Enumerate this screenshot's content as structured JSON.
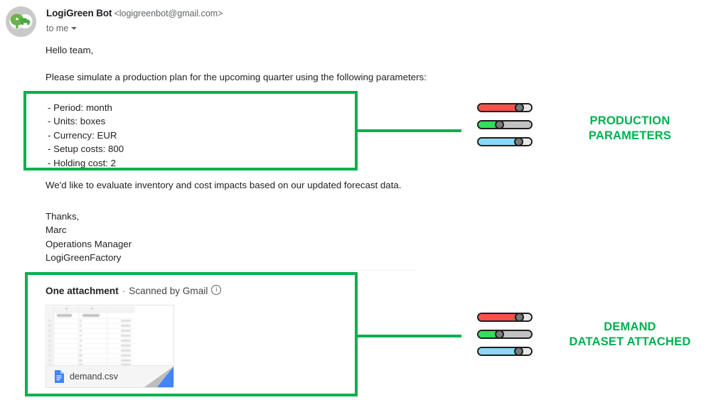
{
  "email": {
    "avatar_icon": "logigreen-tree-truck-avatar",
    "sender_name": "LogiGreen Bot",
    "sender_email": "<logigreenbot@gmail.com>",
    "recipient": "to me",
    "recipient_caret_icon": "chevron-down-icon",
    "greeting": "Hello team,",
    "intro": "Please simulate a production plan for the upcoming quarter using the following parameters:",
    "parameters": [
      "- Period: month",
      "- Units: boxes",
      "- Currency: EUR",
      "- Setup costs: 800",
      "- Holding cost: 2"
    ],
    "evaluate_line": "We'd like to evaluate inventory and cost impacts based on our updated forecast data.",
    "signature": [
      "Thanks,",
      "Marc",
      "Operations Manager",
      "LogiGreenFactory"
    ]
  },
  "attachment": {
    "header_strong": "One attachment",
    "header_separator": "·",
    "header_scanned": "Scanned by Gmail",
    "info_icon": "info-circle-icon",
    "file_name": "demand.csv",
    "file_icon": "csv-document-icon",
    "open_with_icon": "google-sheets-corner-fold-icon",
    "preview_icon": "spreadsheet-thumbnail"
  },
  "annotations": {
    "box_params_name": "production-parameters-highlight",
    "box_attach_name": "demand-dataset-highlight",
    "label_production": "PRODUCTION\nPARAMETERS",
    "label_production_line1": "PRODUCTION",
    "label_production_line2": "PARAMETERS",
    "label_demand_line1": "DEMAND",
    "label_demand_line2": "DATASET ATTACHED",
    "accent_green": "#00b050",
    "connector_icon": "elbow-connector-line"
  },
  "sliders": {
    "top_group_name": "production-parameters-sliders",
    "bottom_group_name": "demand-dataset-sliders",
    "items": [
      {
        "name": "slider-red",
        "color": "#f4524a",
        "value": 78
      },
      {
        "name": "slider-green",
        "color": "#2ee05a",
        "value": 40
      },
      {
        "name": "slider-blue",
        "color": "#87d9f5",
        "value": 76
      }
    ]
  }
}
